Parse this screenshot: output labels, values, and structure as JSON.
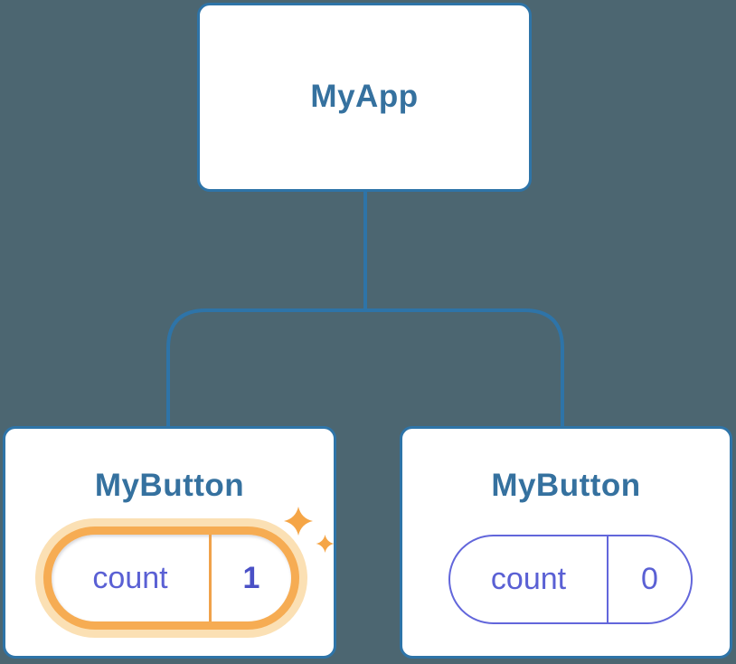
{
  "diagram": {
    "type": "component-tree",
    "colors": {
      "background": "#4C6671",
      "node_border": "#2E74A8",
      "node_fill": "#FFFFFF",
      "node_text": "#35719F",
      "connector": "#2E74A8",
      "state_border": "#6266DB",
      "state_text": "#5A60D4",
      "state_value_bold": "#4A50C6",
      "highlight_ring": "#F6AC53",
      "highlight_glow": "#FBE0B4",
      "sparkle": "#F5A546"
    },
    "tree": {
      "root": {
        "label": "MyApp"
      },
      "children": [
        {
          "label": "MyButton",
          "state": {
            "key": "count",
            "value": "1"
          },
          "highlighted": true,
          "icon": "sparkle-icon"
        },
        {
          "label": "MyButton",
          "state": {
            "key": "count",
            "value": "0"
          },
          "highlighted": false
        }
      ]
    }
  }
}
